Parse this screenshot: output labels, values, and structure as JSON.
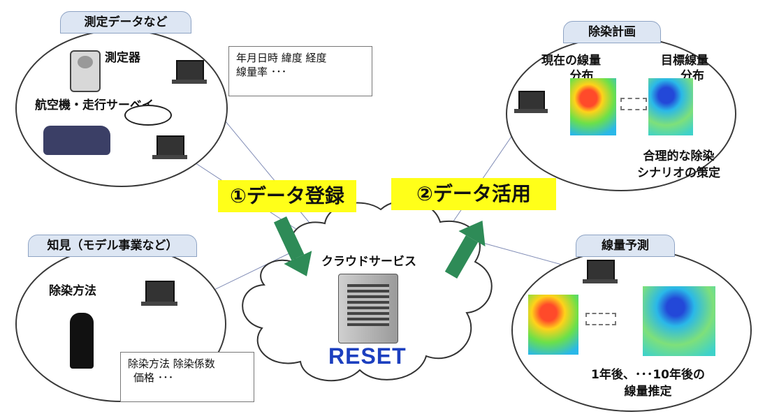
{
  "sections": {
    "measurement_data": {
      "tab": "測定データなど",
      "device_label": "測定器",
      "survey_label": "航空機・走行サーベイ",
      "note_line1": "年月日時 緯度 経度",
      "note_line2": "線量率 ･･･"
    },
    "knowledge": {
      "tab": "知見（モデル事業など）",
      "method_label": "除染方法",
      "note_line1": "除染方法  除染係数",
      "note_line2": "価格 ･･･"
    },
    "decontamination_plan": {
      "tab": "除染計画",
      "current_label_1": "現在の線量",
      "current_label_2": "分布",
      "target_label_1": "目標線量",
      "target_label_2": "分布",
      "result_line1": "合理的な除染",
      "result_line2": "シナリオの策定"
    },
    "dose_prediction": {
      "tab": "線量予測",
      "result_line1": "1年後、･･･10年後の",
      "result_line2": "線量推定"
    }
  },
  "steps": {
    "register": "①データ登録",
    "utilize": "②データ活用"
  },
  "cloud": {
    "label": "クラウドサービス",
    "server_name": "RESET"
  },
  "colors": {
    "step_highlight": "#ffff19",
    "tab_fill": "#dde6f3",
    "arrow_green": "#2e8b57",
    "reset_blue": "#1c3fbf"
  }
}
